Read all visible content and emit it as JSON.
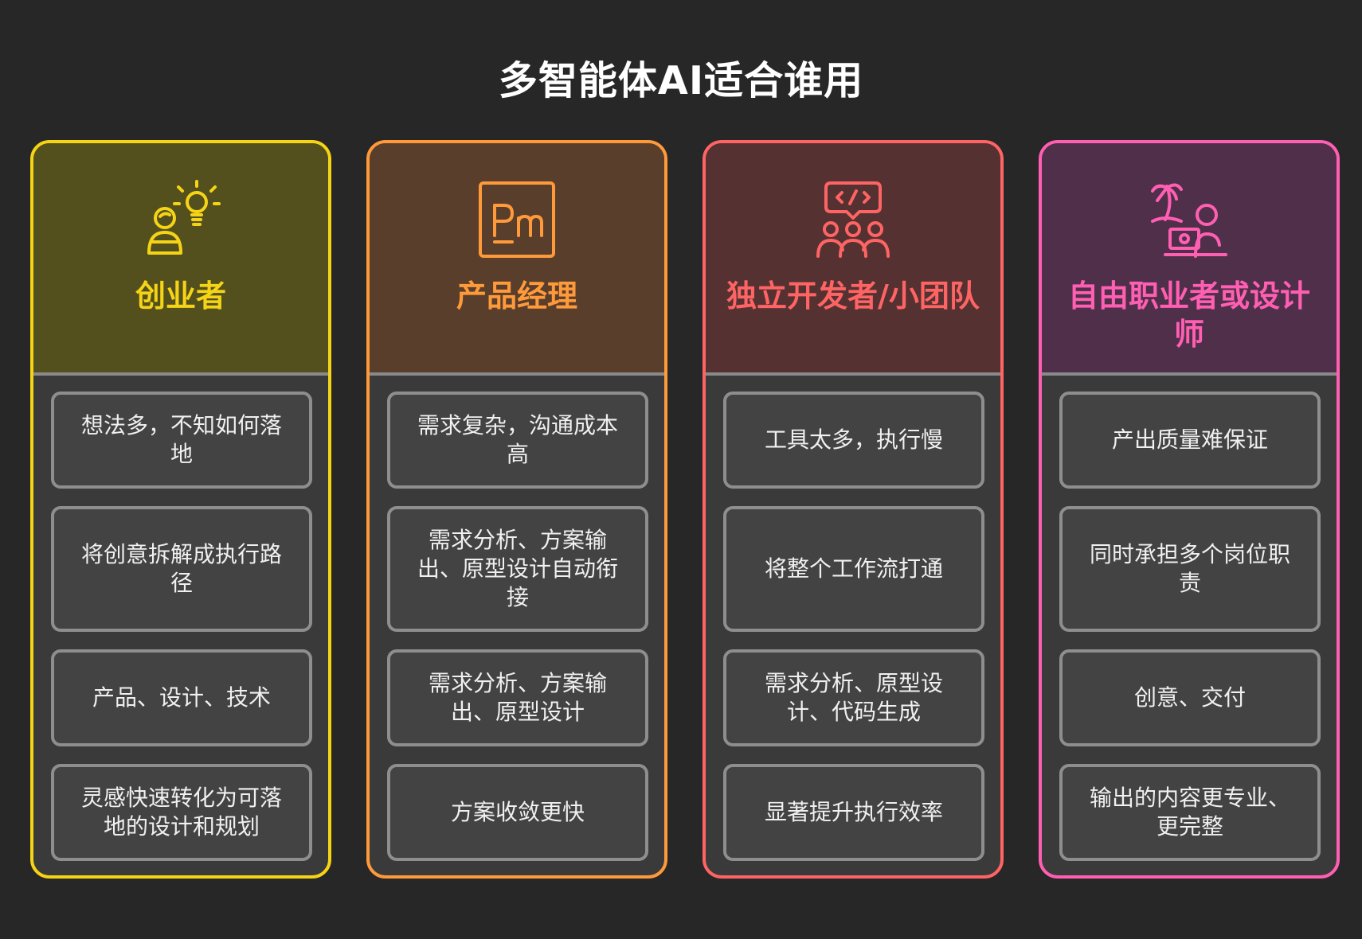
{
  "title": "多智能体AI适合谁用",
  "columns": [
    {
      "name": "创业者",
      "icon": "person-lightbulb-icon",
      "color": "#f5d416",
      "head_bg": "#54501e",
      "cards": [
        "想法多，不知如何落地",
        "将创意拆解成执行路径",
        "产品、设计、技术",
        "灵感快速转化为可落地的设计和规划"
      ]
    },
    {
      "name": "产品经理",
      "icon": "pm-app-icon",
      "color": "#ff9a3a",
      "head_bg": "#5a3e2c",
      "cards": [
        "需求复杂，沟通成本高",
        "需求分析、方案输出、原型设计自动衔接",
        "需求分析、方案输出、原型设计",
        "方案收敛更快"
      ]
    },
    {
      "name": "独立开发者/小团队",
      "icon": "dev-team-icon",
      "color": "#ff6464",
      "head_bg": "#553132",
      "cards": [
        "工具太多，执行慢",
        "将整个工作流打通",
        "需求分析、原型设计、代码生成",
        "显著提升执行效率"
      ]
    },
    {
      "name": "自由职业者或设计师",
      "icon": "freelancer-beach-laptop-icon",
      "color": "#ff5fb2",
      "head_bg": "#502f4a",
      "cards": [
        "产出质量难保证",
        "同时承担多个岗位职责",
        "创意、交付",
        "输出的内容更专业、更完整"
      ]
    }
  ]
}
